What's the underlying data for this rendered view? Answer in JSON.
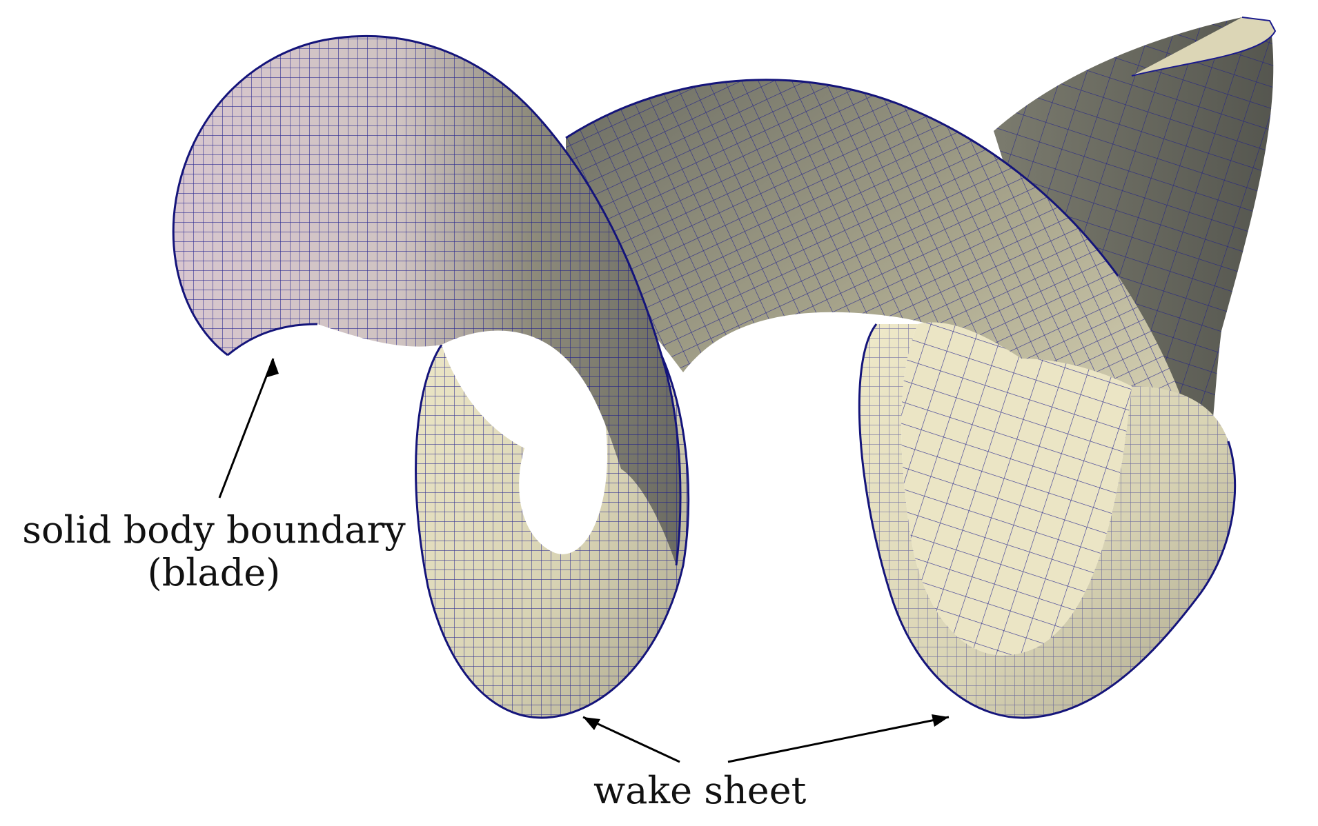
{
  "annotations": {
    "blade_line1": "solid body boundary",
    "blade_line2": "(blade)",
    "wake": "wake sheet"
  },
  "colors": {
    "mesh": "#1a1a8c",
    "surface_light": "#ece6c6",
    "surface_mid": "#a9a58c",
    "surface_dark": "#5f605a",
    "blade_tint": "#d9c7cf",
    "arrow": "#000000"
  }
}
